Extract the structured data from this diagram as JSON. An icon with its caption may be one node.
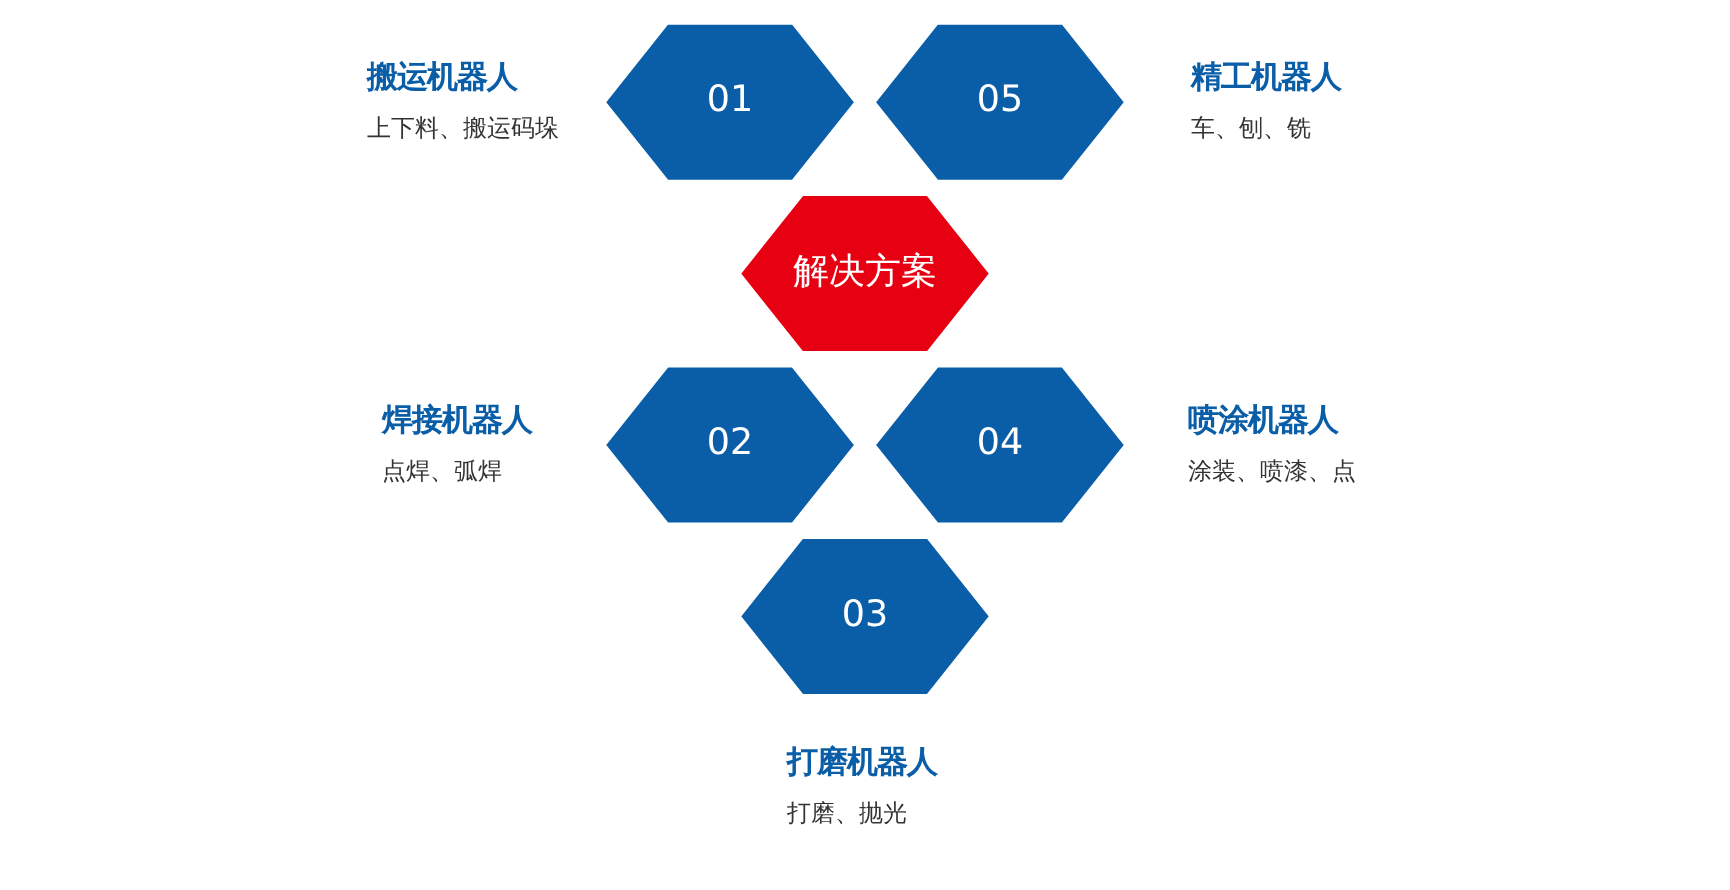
{
  "diagram": {
    "nodes": [
      {
        "text": [
          "解决方案"
        ]
      },
      {
        "text": [
          "01"
        ],
        "beside": [
          "搬运机器人",
          "上下料、搬运码垛"
        ]
      },
      {
        "text": [
          "02"
        ],
        "beside": [
          "焊接机器人",
          "点焊、弧焊"
        ]
      },
      {
        "text": [
          "03"
        ],
        "beside": [
          "打磨机器人",
          "打磨、抛光"
        ]
      },
      {
        "text": [
          "04"
        ],
        "beside": [
          "喷涂机器人",
          "涂装、喷漆、点"
        ]
      },
      {
        "text": [
          "05"
        ],
        "beside": [
          "精工机器人",
          "车、刨、铣"
        ]
      }
    ],
    "edges": []
  }
}
